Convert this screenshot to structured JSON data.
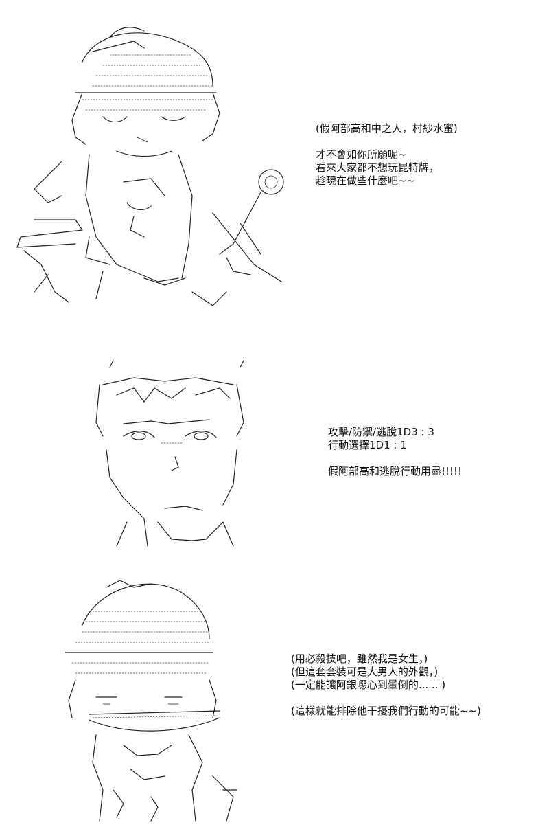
{
  "panels": [
    {
      "figure": "character-with-hat-and-staff",
      "caption_lines": [
        "(假阿部高和中之人，村紗水蜜)",
        "",
        "才不會如你所願呢~",
        "看來大家都不想玩昆特牌，",
        "趁現在做些什麼吧~~"
      ]
    },
    {
      "figure": "character-close-up-face",
      "caption_lines": [
        "攻擊/防禦/逃脫1D3 : 3",
        "行動選擇1D1 : 1",
        "",
        "假阿部高和逃脫行動用盡!!!!!"
      ]
    },
    {
      "figure": "character-with-hat-grinning",
      "caption_lines": [
        "(用必殺技吧，雖然我是女生，)",
        "(但這套套裝可是大男人的外觀，)",
        "(一定能讓阿銀噁心到暈倒的...... )",
        "",
        "(這樣就能排除他干擾我們行動的可能~~)"
      ]
    }
  ]
}
